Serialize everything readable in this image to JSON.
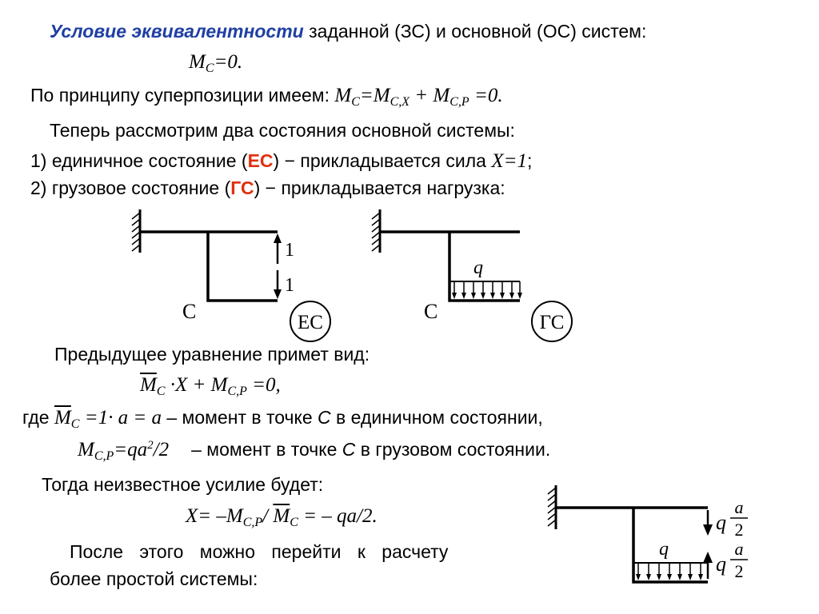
{
  "line1": {
    "emph": "Условие эквивалентности",
    "rest": " заданной (ЗС) и основной (ОС) систем:"
  },
  "eq1": {
    "M": "M",
    "sub": "C",
    "rest": "=0."
  },
  "line2": {
    "text": "По принципу суперпозиции имеем: ",
    "M1": "M",
    "s1": "C",
    "mid1": "=M",
    "s2": "C,X",
    "mid2": " + M",
    "s3": "C,P",
    "end": " =0."
  },
  "line3": {
    "text": "Теперь рассмотрим два состояния основной системы:"
  },
  "line4": {
    "pre": "1) единичное состояние (",
    "abbr": "ЕС",
    "post": ") − прикладывается сила ",
    "math": "X=1",
    "end": ";"
  },
  "line5": {
    "pre": "2) грузовое состояние (",
    "abbr": "ГС",
    "post": ") − прикладывается нагрузка:"
  },
  "diagram_es": {
    "node": "С",
    "force1": "1",
    "force2": "1",
    "badge": "ЕС"
  },
  "diagram_gs": {
    "node": "С",
    "load": "q",
    "badge": "ГС"
  },
  "line6": {
    "text": "Предыдущее уравнение примет вид:"
  },
  "eq2": {
    "M": "M",
    "s1": "C",
    "mid": " ·X + M",
    "s2": "C,P",
    "end": " =0,"
  },
  "line7": {
    "pre": "где ",
    "M": "M",
    "s": "C",
    "math": " =1· a = a",
    "text": " – момент в точке ",
    "pt": "С",
    "rest": " в единичном состоянии,"
  },
  "line8": {
    "M": "M",
    "s": "C,P",
    "math": "=qa",
    "sup": "2",
    "math2": "/2",
    "text": "– момент в точке ",
    "pt": "С",
    "rest": " в грузовом состоянии."
  },
  "line9": {
    "text": "Тогда неизвестное усилие будет:"
  },
  "eq3": {
    "pre": "X= –M",
    "s1": "C,P",
    "mid": "/ ",
    "M": "M",
    "s2": "C",
    "end": " = – qa/2."
  },
  "para": {
    "line1": "После этого можно перейти к расчету",
    "line2": "более простой системы:"
  },
  "diagram_final": {
    "load": "q",
    "f1q": "q",
    "f1num": "a",
    "f1den": "2",
    "f2q": "q",
    "f2num": "a",
    "f2den": "2"
  }
}
